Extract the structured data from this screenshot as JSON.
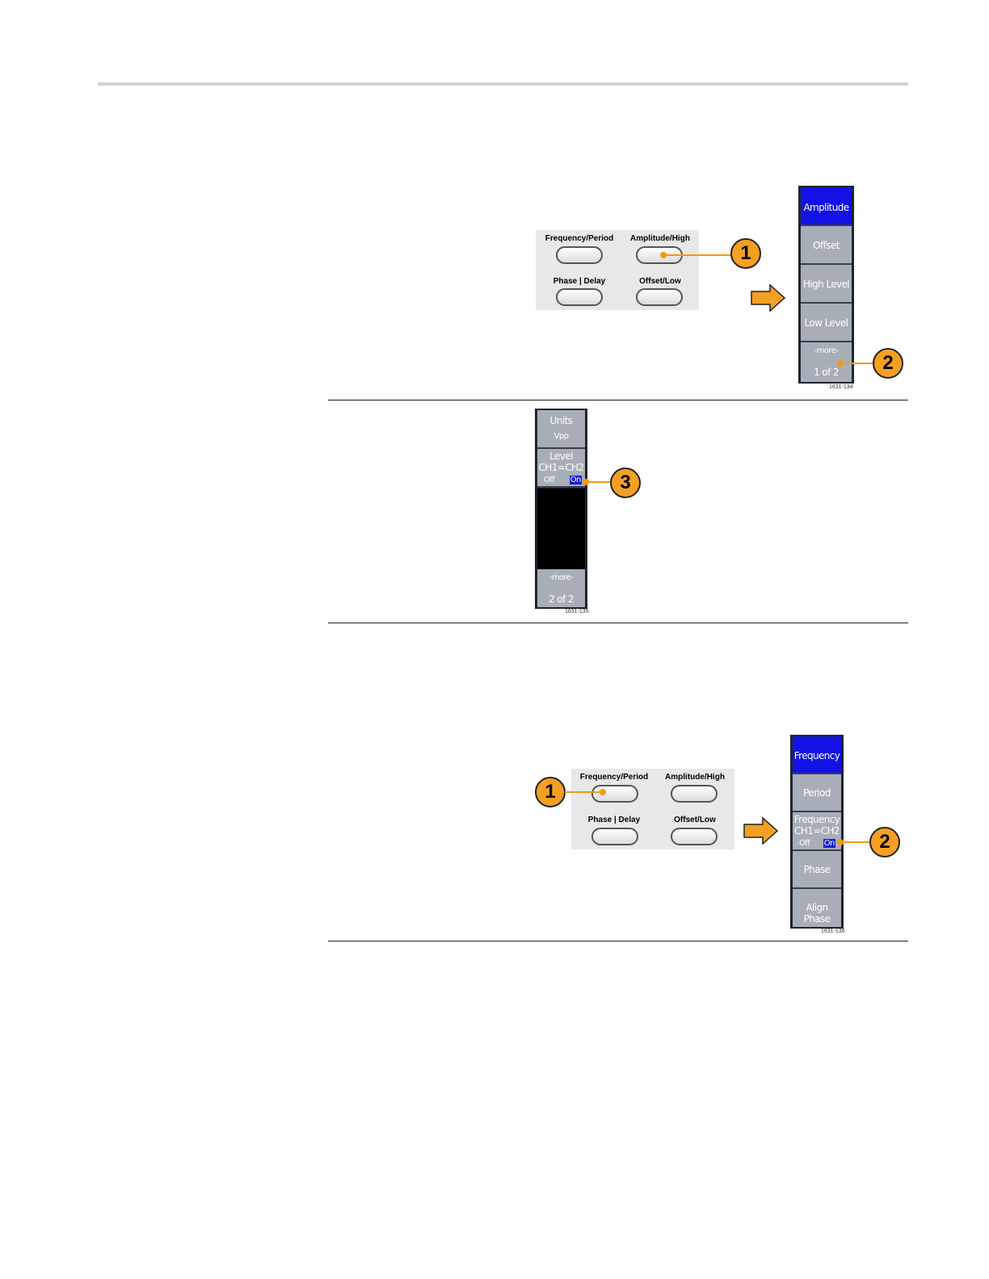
{
  "figure1": {
    "panel_labels": {
      "freq": "Frequency/Period",
      "amp": "Amplitude/High",
      "phase": "Phase | Delay",
      "offset": "Offset/Low"
    },
    "menu_items": {
      "amplitude": "Amplitude",
      "offset": "Offset",
      "high_level": "High Level",
      "low_level": "Low Level",
      "more": "-more-",
      "page": "1 of 2"
    },
    "fig_id": "1631-134",
    "callouts": {
      "c1": "1",
      "c2": "2"
    }
  },
  "figure2": {
    "menu_items": {
      "units": "Units",
      "units_value": "Vpp",
      "level_line1": "Level",
      "level_line2": "CH1=CH2",
      "off": "Off",
      "on": "On",
      "more": "-more-",
      "page": "2 of 2"
    },
    "fig_id": "1631-135",
    "callouts": {
      "c3": "3"
    }
  },
  "figure3": {
    "panel_labels": {
      "freq": "Frequency/Period",
      "amp": "Amplitude/High",
      "phase": "Phase | Delay",
      "offset": "Offset/Low"
    },
    "menu_items": {
      "frequency": "Frequency",
      "period": "Period",
      "freq_line1": "Frequency",
      "freq_line2": "CH1=CH2",
      "off": "Off",
      "on": "On",
      "phase": "Phase",
      "align_phase": "Align Phase"
    },
    "fig_id": "1631-136",
    "callouts": {
      "c1": "1",
      "c2": "2"
    }
  },
  "colors": {
    "callout": "#f5a020",
    "menu_selected": "#1212e6",
    "menu_item": "#a8aeb8"
  }
}
